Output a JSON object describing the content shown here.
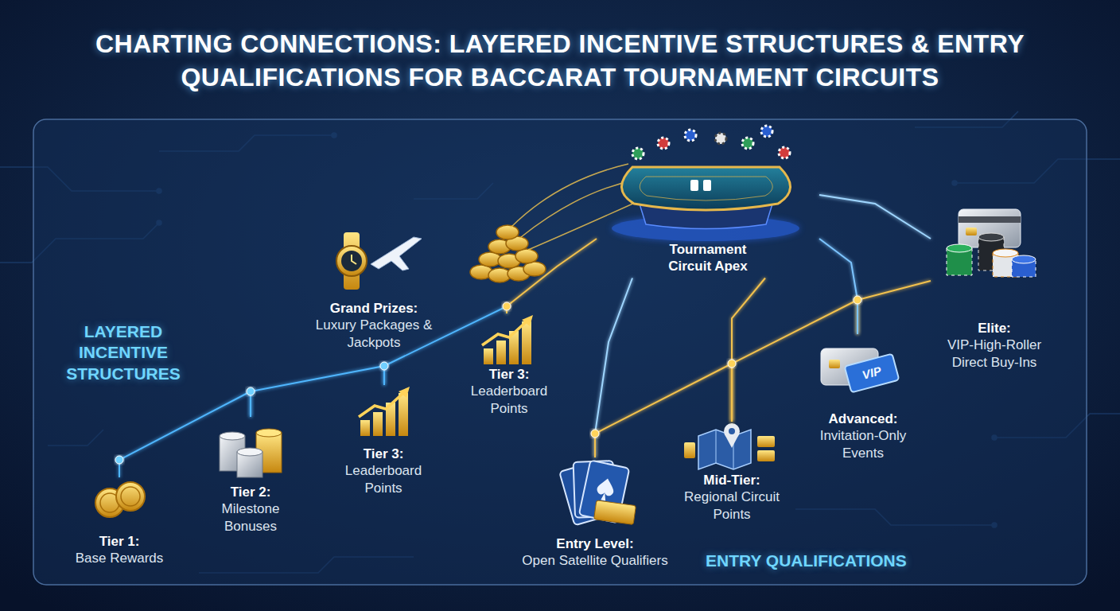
{
  "diagram": {
    "title": "CHARTING CONNECTIONS: LAYERED INCENTIVE STRUCTURES & ENTRY QUALIFICATIONS FOR BACCARAT TOURNAMENT CIRCUITS",
    "nodes": [
      {
        "text": [
          "Tier 1:",
          "Base Rewards"
        ]
      },
      {
        "text": [
          "Tier 2:",
          "Milestone Bonuses"
        ]
      },
      {
        "text": [
          "Tier 3:",
          "Leaderboard Points"
        ]
      },
      {
        "text": [
          "Grand Prizes:",
          "Luxury Packages & Jackpots"
        ]
      },
      {
        "text": [
          "Tier 3:",
          "Leaderboard Points"
        ]
      },
      {
        "text": [
          "Tournament Circuit Apex"
        ]
      },
      {
        "text": [
          "Entry Level:",
          "Open Satellite Qualifiers"
        ]
      },
      {
        "text": [
          "Mid-Tier:",
          "Regional Circuit Points"
        ]
      },
      {
        "text": [
          "Advanced:",
          "Invitation-Only Events"
        ]
      },
      {
        "text": [
          "Elite:",
          "VIP-High-Roller Direct Buy-Ins"
        ]
      }
    ],
    "edges": [
      {
        "from": 0,
        "to": 1,
        "arrow": "none"
      },
      {
        "from": 1,
        "to": 2,
        "arrow": "none"
      },
      {
        "from": 2,
        "to": 4,
        "arrow": "none"
      },
      {
        "from": 4,
        "to": 5,
        "arrow": "none"
      },
      {
        "from": 6,
        "to": 5,
        "arrow": "none"
      },
      {
        "from": 6,
        "to": 7,
        "arrow": "none"
      },
      {
        "from": 7,
        "to": 8,
        "arrow": "none"
      },
      {
        "from": 8,
        "to": 9,
        "arrow": "none"
      },
      {
        "from": 7,
        "to": 5,
        "arrow": "none"
      },
      {
        "from": 8,
        "to": 5,
        "arrow": "none"
      },
      {
        "from": 9,
        "to": 5,
        "arrow": "none"
      }
    ],
    "labels": [
      "LAYERED INCENTIVE STRUCTURES",
      "VIP",
      "ENTRY QUALIFICATIONS"
    ]
  }
}
